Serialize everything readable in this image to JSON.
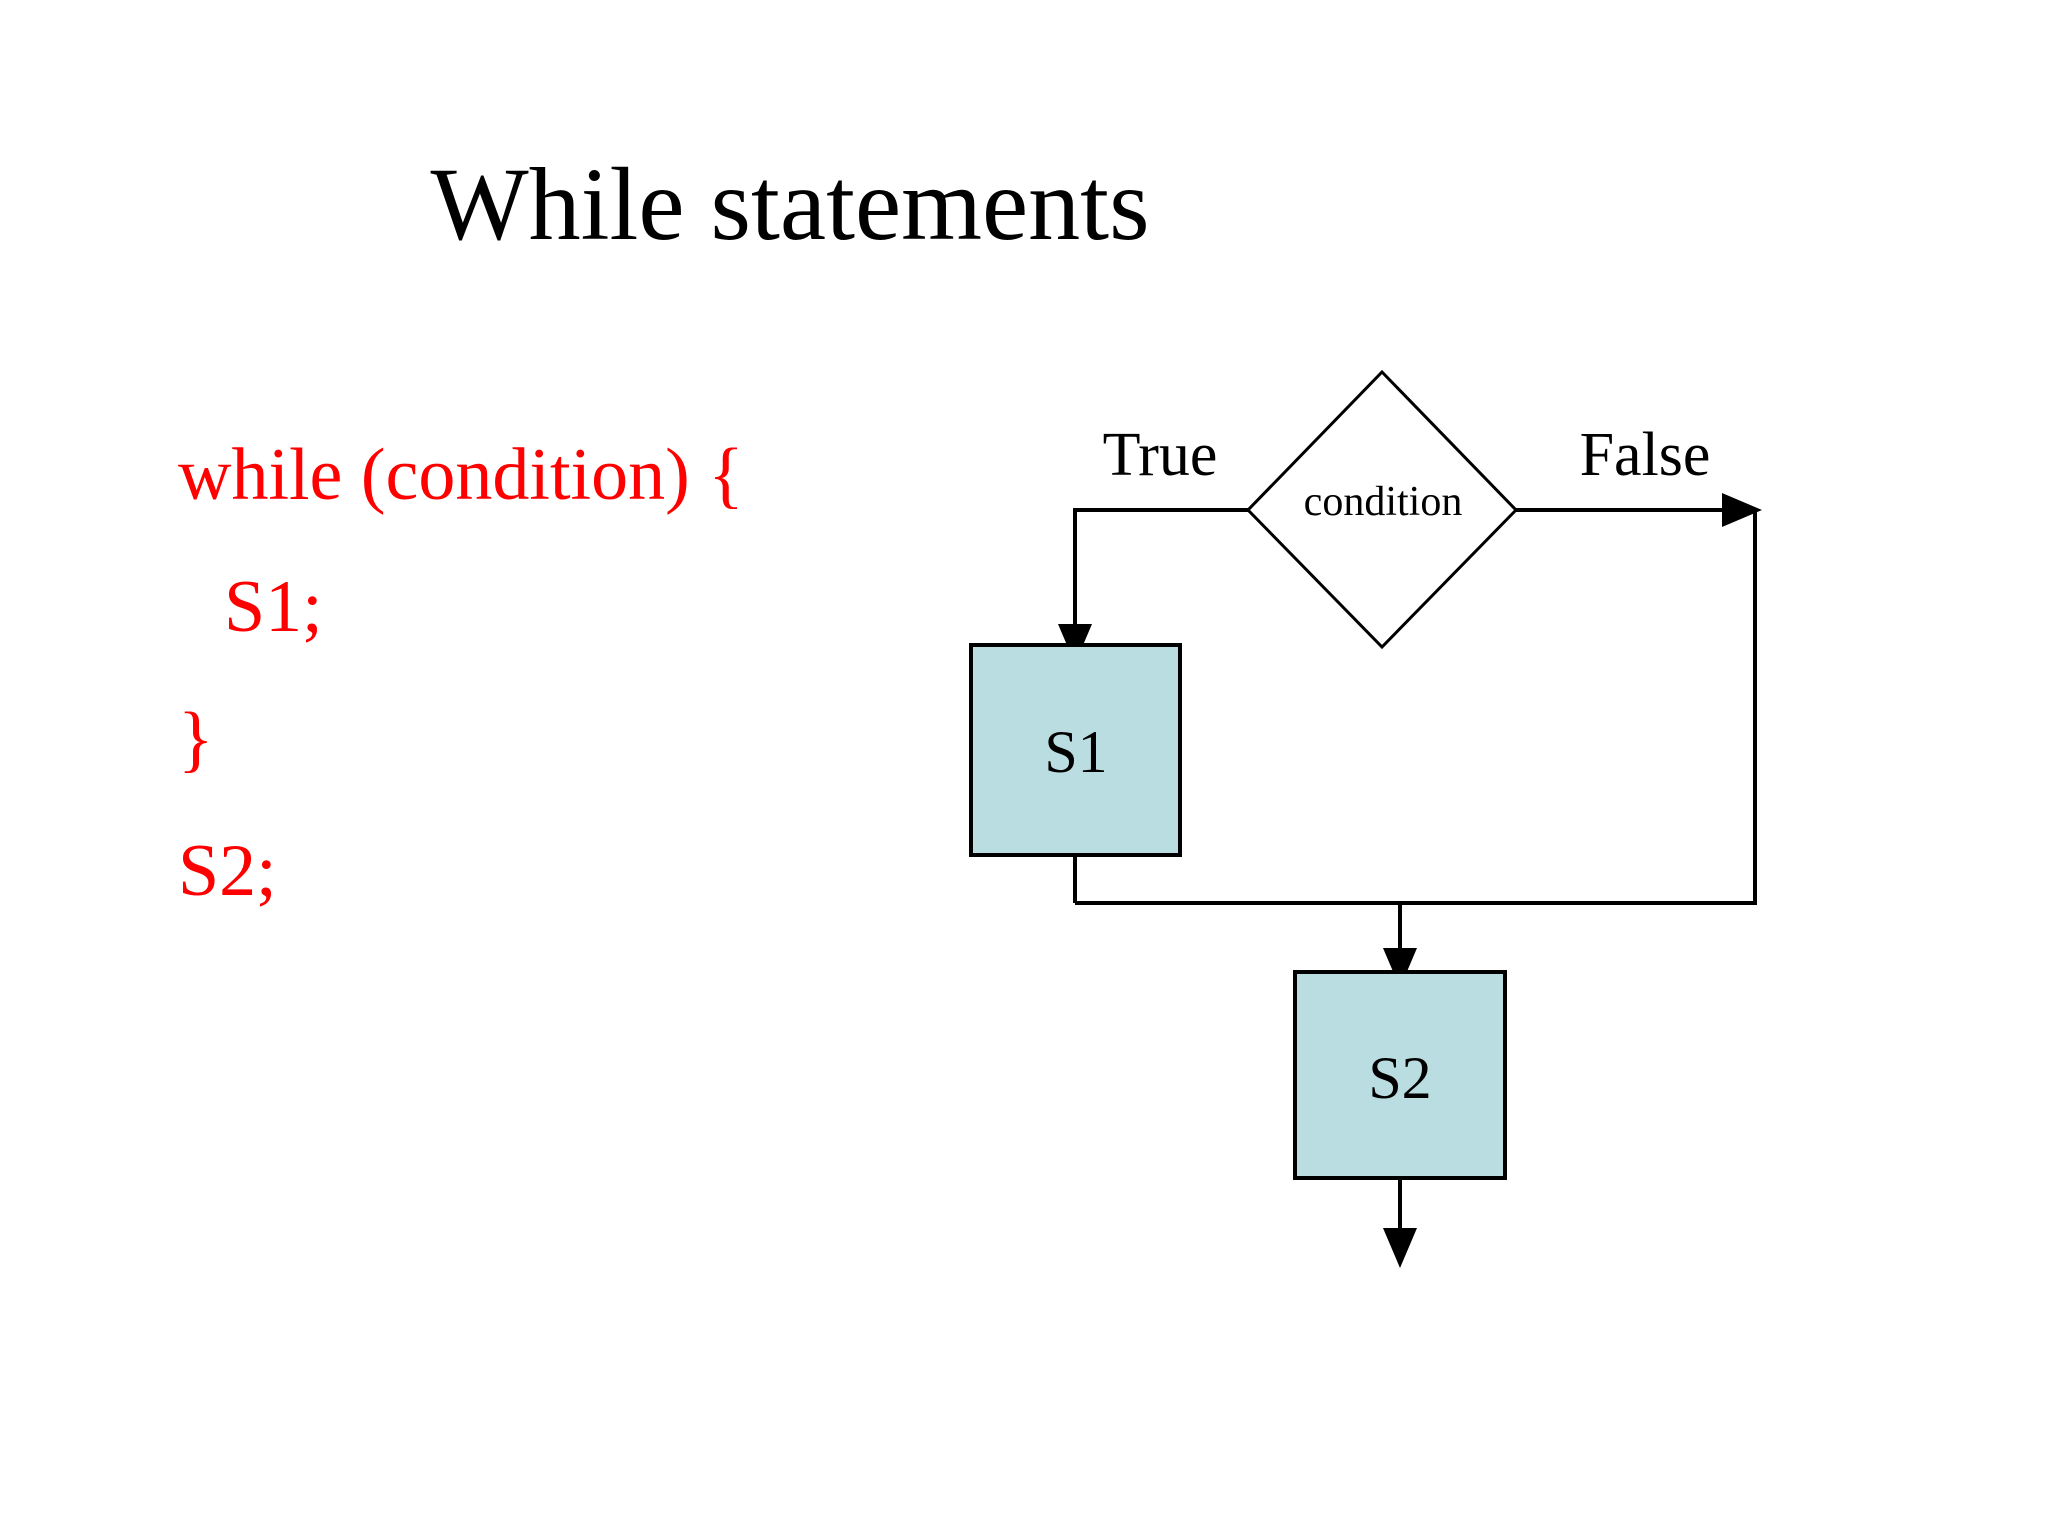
{
  "slide": {
    "title": "While statements",
    "background_color": "#ffffff"
  },
  "code": {
    "text_color": "#ff0000",
    "lines": [
      {
        "text": "while (condition) {",
        "indent": false
      },
      {
        "text": "S1;",
        "indent": true
      },
      {
        "text": "}",
        "indent": false
      },
      {
        "text": "S2;",
        "indent": false
      }
    ]
  },
  "flowchart": {
    "node_fill_color": "#b9dde0",
    "decision_fill_color": "#ffffff",
    "line_color": "#000000",
    "decision": {
      "label": "condition"
    },
    "branch_labels": {
      "true": "True",
      "false": "False"
    },
    "nodes": [
      {
        "label": "S1"
      },
      {
        "label": "S2"
      }
    ]
  }
}
